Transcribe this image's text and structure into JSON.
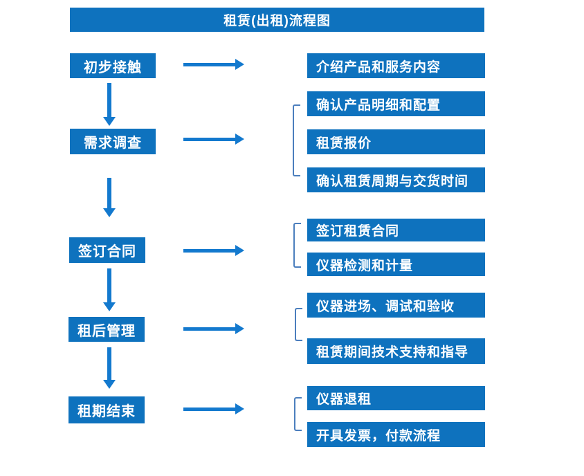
{
  "title": "租赁(出租)流程图",
  "colors": {
    "box_blue": "#0E72BE",
    "arrow_blue": "#1379CE",
    "bracket_blue": "#4B7EBD",
    "text_white": "#FFFFFF",
    "background": "#FFFFFF"
  },
  "flow": {
    "steps": [
      {
        "label": "初步接触",
        "outputs": [
          "介绍产品和服务内容"
        ]
      },
      {
        "label": "需求调查",
        "outputs": [
          "确认产品明细和配置",
          "租赁报价",
          "确认租赁周期与交货时间"
        ]
      },
      {
        "label": "签订合同",
        "outputs": [
          "签订租赁合同",
          "仪器检测和计量"
        ]
      },
      {
        "label": "租后管理",
        "outputs": [
          "仪器进场、调试和验收",
          "租赁期间技术支持和指导"
        ]
      },
      {
        "label": "租期结束",
        "outputs": [
          "仪器退租",
          "开具发票，付款流程"
        ]
      }
    ]
  }
}
